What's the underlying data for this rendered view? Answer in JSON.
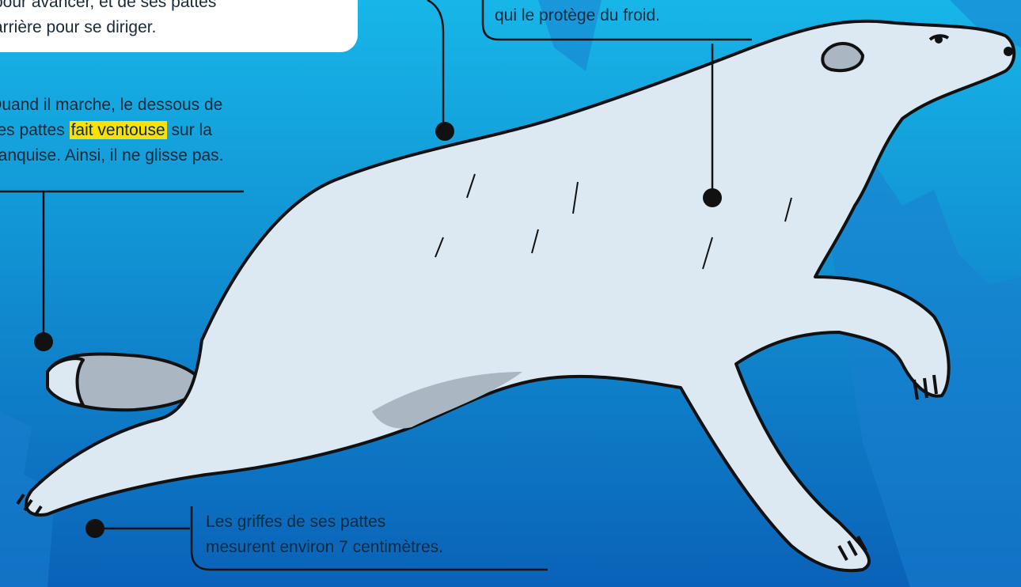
{
  "colors": {
    "water_top": "#17b6e8",
    "water_bottom": "#0a62b8",
    "bear_fur": "#dde9f2",
    "bear_shadow": "#aab7c2",
    "ice": "#1a7fd0",
    "highlight": "#ffe100"
  },
  "captions": {
    "top_left_line1": "pour avancer, et de ses pattes",
    "top_left_line2": "arrière pour se diriger.",
    "top_center": "qui le protège du froid.",
    "suction_line1": "Quand il marche, le dessous de",
    "suction_line2_before": "ses pattes",
    "suction_line2_highlight": "fait ventouse",
    "suction_line2_after": "sur la",
    "suction_line3": "banquise. Ainsi, il ne glisse pas.",
    "claws_line1": "Les griffes de ses pattes",
    "claws_line2": "mesurent environ 7 centimètres."
  },
  "icons": [
    "polar-bear-illustration",
    "callout-dot"
  ]
}
